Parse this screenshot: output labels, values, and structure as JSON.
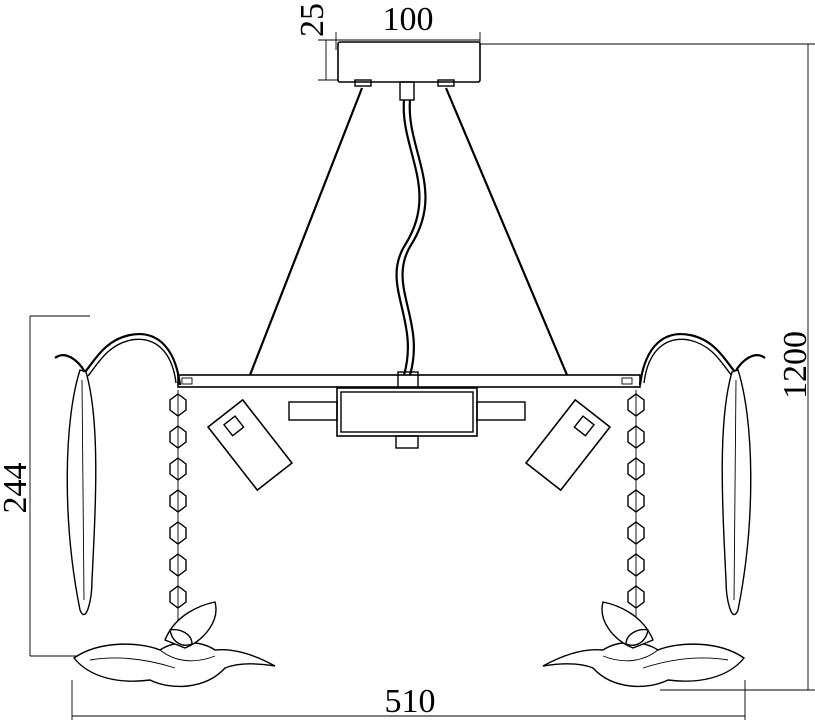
{
  "dimensions": {
    "canopy_height": "25",
    "canopy_width": "100",
    "overall_height": "1200",
    "body_height": "244",
    "overall_width": "510"
  }
}
